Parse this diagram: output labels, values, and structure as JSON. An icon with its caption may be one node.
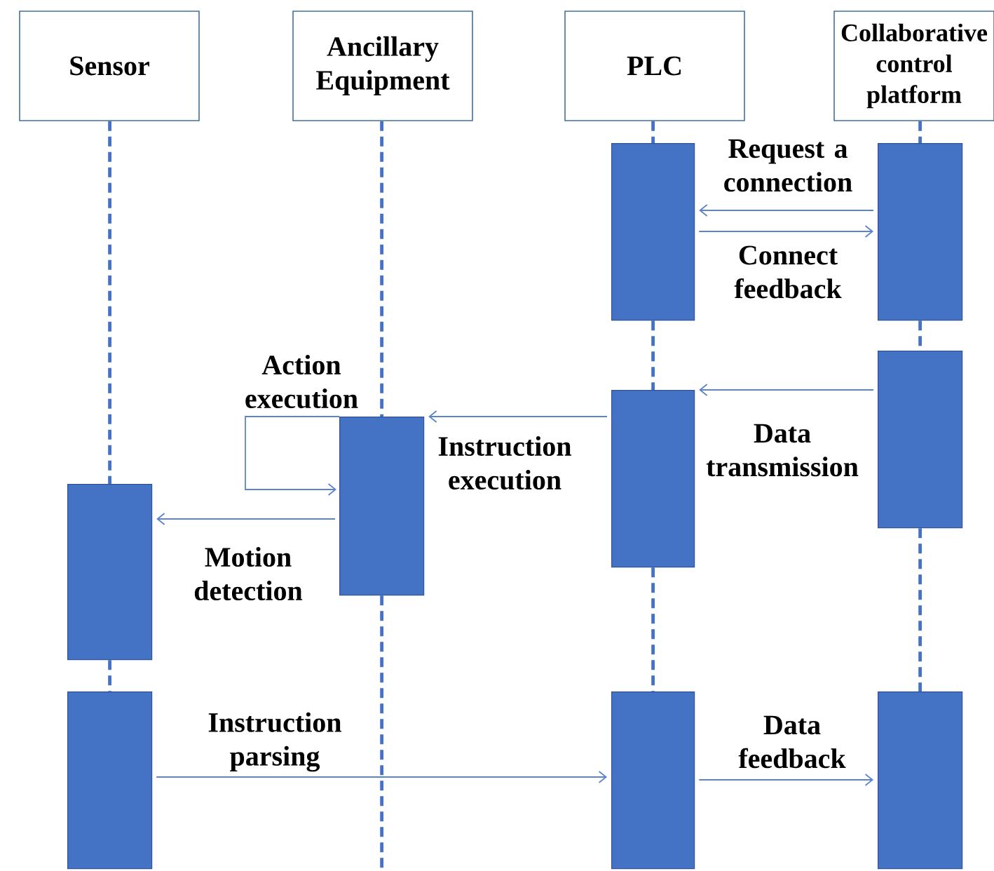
{
  "diagram": {
    "nodes": [
      {
        "text": [
          "Sensor"
        ]
      },
      {
        "text": [
          "Ancillary Equipment"
        ]
      },
      {
        "text": [
          "PLC"
        ]
      },
      {
        "text": [
          "Collaborative control platform"
        ]
      },
      {
        "text": [],
        "shape": "bar"
      },
      {
        "text": [],
        "shape": "bar"
      },
      {
        "text": [],
        "shape": "bar"
      },
      {
        "text": [],
        "shape": "bar"
      },
      {
        "text": [],
        "shape": "bar"
      },
      {
        "text": [],
        "shape": "bar"
      },
      {
        "text": [],
        "shape": "bar"
      },
      {
        "text": [],
        "shape": "bar"
      },
      {
        "text": [],
        "shape": "bar"
      }
    ],
    "edges": [
      {
        "from": 5,
        "to": 4,
        "arrow": "to",
        "label": "Request a connection"
      },
      {
        "from": 4,
        "to": 5,
        "arrow": "to",
        "label": "Connect feedback"
      },
      {
        "from": 6,
        "to": 7,
        "arrow": "to",
        "label": "Data transmission"
      },
      {
        "from": 7,
        "to": 8,
        "arrow": "to",
        "label": "Instruction execution"
      },
      {
        "from": 8,
        "to": 8,
        "arrow": "to",
        "label": "Action execution"
      },
      {
        "from": 8,
        "to": 9,
        "arrow": "to",
        "label": "Motion detection"
      },
      {
        "from": 10,
        "to": 11,
        "arrow": "to",
        "label": "Instruction parsing"
      },
      {
        "from": 11,
        "to": 12,
        "arrow": "to",
        "label": "Data feedback"
      },
      {
        "from": 0,
        "to": 9,
        "arrow": "none",
        "style": "dashed",
        "color": "#4472c4"
      },
      {
        "from": 9,
        "to": 10,
        "arrow": "none",
        "style": "dashed",
        "color": "#4472c4"
      },
      {
        "from": 1,
        "to": 8,
        "arrow": "none",
        "style": "dashed",
        "color": "#4472c4"
      },
      {
        "from": 8,
        "to": null,
        "arrow": "none",
        "style": "dashed",
        "color": "#4472c4"
      },
      {
        "from": 2,
        "to": 4,
        "arrow": "none",
        "style": "dashed",
        "color": "#4472c4"
      },
      {
        "from": 4,
        "to": 7,
        "arrow": "none",
        "style": "dashed",
        "color": "#4472c4"
      },
      {
        "from": 7,
        "to": 11,
        "arrow": "none",
        "style": "dashed",
        "color": "#4472c4"
      },
      {
        "from": 3,
        "to": 5,
        "arrow": "none",
        "style": "dashed",
        "color": "#4472c4"
      },
      {
        "from": 5,
        "to": 6,
        "arrow": "none",
        "style": "dashed",
        "color": "#4472c4"
      },
      {
        "from": 6,
        "to": 12,
        "arrow": "none",
        "style": "dashed",
        "color": "#4472c4"
      }
    ]
  }
}
